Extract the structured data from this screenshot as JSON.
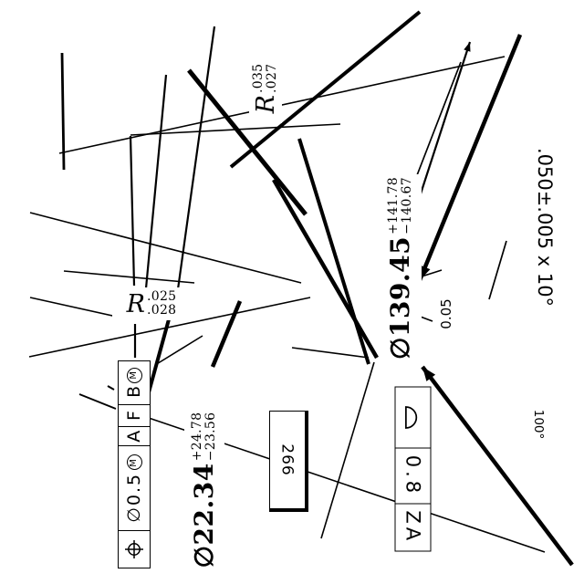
{
  "colors": {
    "background": "#ffffff",
    "ink": "#000000"
  },
  "annotations": {
    "radius_top": {
      "symbol": "R",
      "upper": ".035",
      "lower": ".027"
    },
    "radius_middle": {
      "symbol": "R",
      "upper": ".025",
      "lower": ".028"
    },
    "diameter_large": {
      "symbol": "∅",
      "value": "139.45",
      "upper": "+141.78",
      "lower": "−140.67"
    },
    "diameter_small": {
      "symbol": "∅",
      "value": "22.34",
      "upper": "+24.78",
      "lower": "−23.56"
    },
    "linear_tolerance": ".050±.005 x 10°",
    "flatness_value": "0.05",
    "angle": "100°",
    "basic_dimension": "266"
  },
  "fcf": {
    "position": {
      "symbol_icon": "position-symbol",
      "tolerance_prefix": "∅",
      "tolerance": "0.5",
      "tolerance_modifier": "M",
      "datum_1": "A",
      "datum_2": "F",
      "datum_3": "B",
      "datum_3_modifier": "M"
    },
    "profile": {
      "symbol_icon": "profile-of-surface-symbol",
      "tolerance": "0.8",
      "datum_1": "ZA"
    }
  },
  "geometry": {
    "lines": [
      [
        68,
        58,
        70,
        186,
        2.8
      ],
      [
        65,
        168,
        553,
        62,
        1.6
      ],
      [
        143,
        148,
        373,
        136,
        1.6
      ],
      [
        143,
        149,
        147,
        313,
        2.2
      ],
      [
        235,
        29,
        195,
        317,
        2.2
      ],
      [
        182,
        82,
        160,
        316,
        2.2
      ],
      [
        207,
        77,
        335,
        235,
        5
      ],
      [
        300,
        197,
        413,
        392,
        4.5
      ],
      [
        328,
        152,
        404,
        399,
        4
      ],
      [
        460,
        13,
        253,
        183,
        4
      ],
      [
        33,
        233,
        330,
        310,
        1.6
      ],
      [
        70,
        297,
        213,
        310,
        1.6
      ],
      [
        32,
        391,
        340,
        326,
        1.6
      ],
      [
        33,
        326,
        132,
        348,
        1.6
      ],
      [
        320,
        381,
        404,
        392,
        1.6
      ],
      [
        222,
        368,
        170,
        400,
        1.6
      ],
      [
        263,
        330,
        233,
        402,
        4.5
      ],
      [
        185,
        350,
        163,
        430,
        4
      ],
      [
        148,
        355,
        148,
        392,
        2.2
      ],
      [
        87,
        432,
        127,
        448,
        1.8
      ],
      [
        118,
        423,
        125,
        427,
        2
      ],
      [
        160,
        457,
        597,
        605,
        1.6
      ],
      [
        410,
        397,
        352,
        590,
        1.6
      ],
      [
        505,
        68,
        452,
        205,
        1.7
      ],
      [
        555,
        264,
        536,
        328,
        1.7
      ],
      [
        462,
        303,
        484,
        296,
        1.6
      ],
      [
        450,
        343,
        474,
        352,
        1.7
      ]
    ],
    "leaders": [
      [
        570,
        38,
        460,
        307,
        4.5
      ],
      [
        452,
        240,
        515,
        46,
        2.2
      ],
      [
        627,
        619,
        463,
        402,
        4.5
      ]
    ]
  }
}
